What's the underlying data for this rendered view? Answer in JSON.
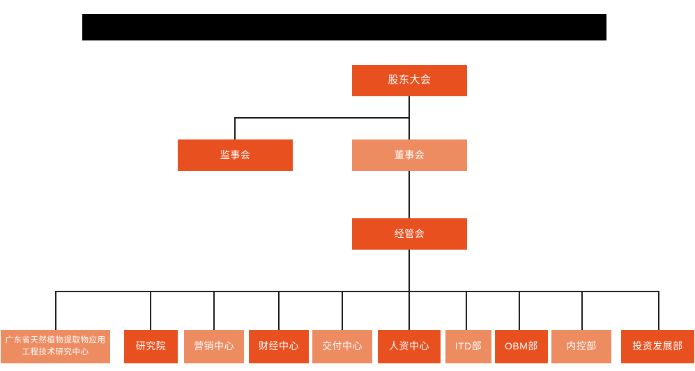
{
  "chart": {
    "type": "org-chart",
    "title_bar": {
      "redacted": true,
      "color": "#000000"
    },
    "colors": {
      "accent_dark": "#E8511F",
      "accent_light": "#ED8B61",
      "connector": "#1a1a1a",
      "background": "#ffffff",
      "text": "#ffffff"
    },
    "levels": [
      {
        "name": "level-1",
        "nodes": [
          {
            "id": "shareholders",
            "label": "股东大会",
            "tone": "dark"
          }
        ]
      },
      {
        "name": "level-2",
        "nodes": [
          {
            "id": "supervisors",
            "label": "监事会",
            "tone": "dark"
          },
          {
            "id": "directors",
            "label": "董事会",
            "tone": "light"
          }
        ]
      },
      {
        "name": "level-3",
        "nodes": [
          {
            "id": "management",
            "label": "经管会",
            "tone": "dark"
          }
        ]
      },
      {
        "name": "level-4",
        "nodes": [
          {
            "id": "gd-research-center",
            "label": "广东省天然植物提取物应用工程技术研究中心",
            "tone": "light"
          },
          {
            "id": "research-institute",
            "label": "研究院",
            "tone": "dark"
          },
          {
            "id": "marketing-center",
            "label": "营销中心",
            "tone": "light"
          },
          {
            "id": "finance-center",
            "label": "财经中心",
            "tone": "dark"
          },
          {
            "id": "delivery-center",
            "label": "交付中心",
            "tone": "light"
          },
          {
            "id": "hr-center",
            "label": "人资中心",
            "tone": "dark"
          },
          {
            "id": "itd-dept",
            "label": "ITD部",
            "tone": "light"
          },
          {
            "id": "obm-dept",
            "label": "OBM部",
            "tone": "dark"
          },
          {
            "id": "internal-control-dept",
            "label": "内控部",
            "tone": "light"
          },
          {
            "id": "investment-development-dept",
            "label": "投资发展部",
            "tone": "dark"
          }
        ]
      }
    ]
  }
}
